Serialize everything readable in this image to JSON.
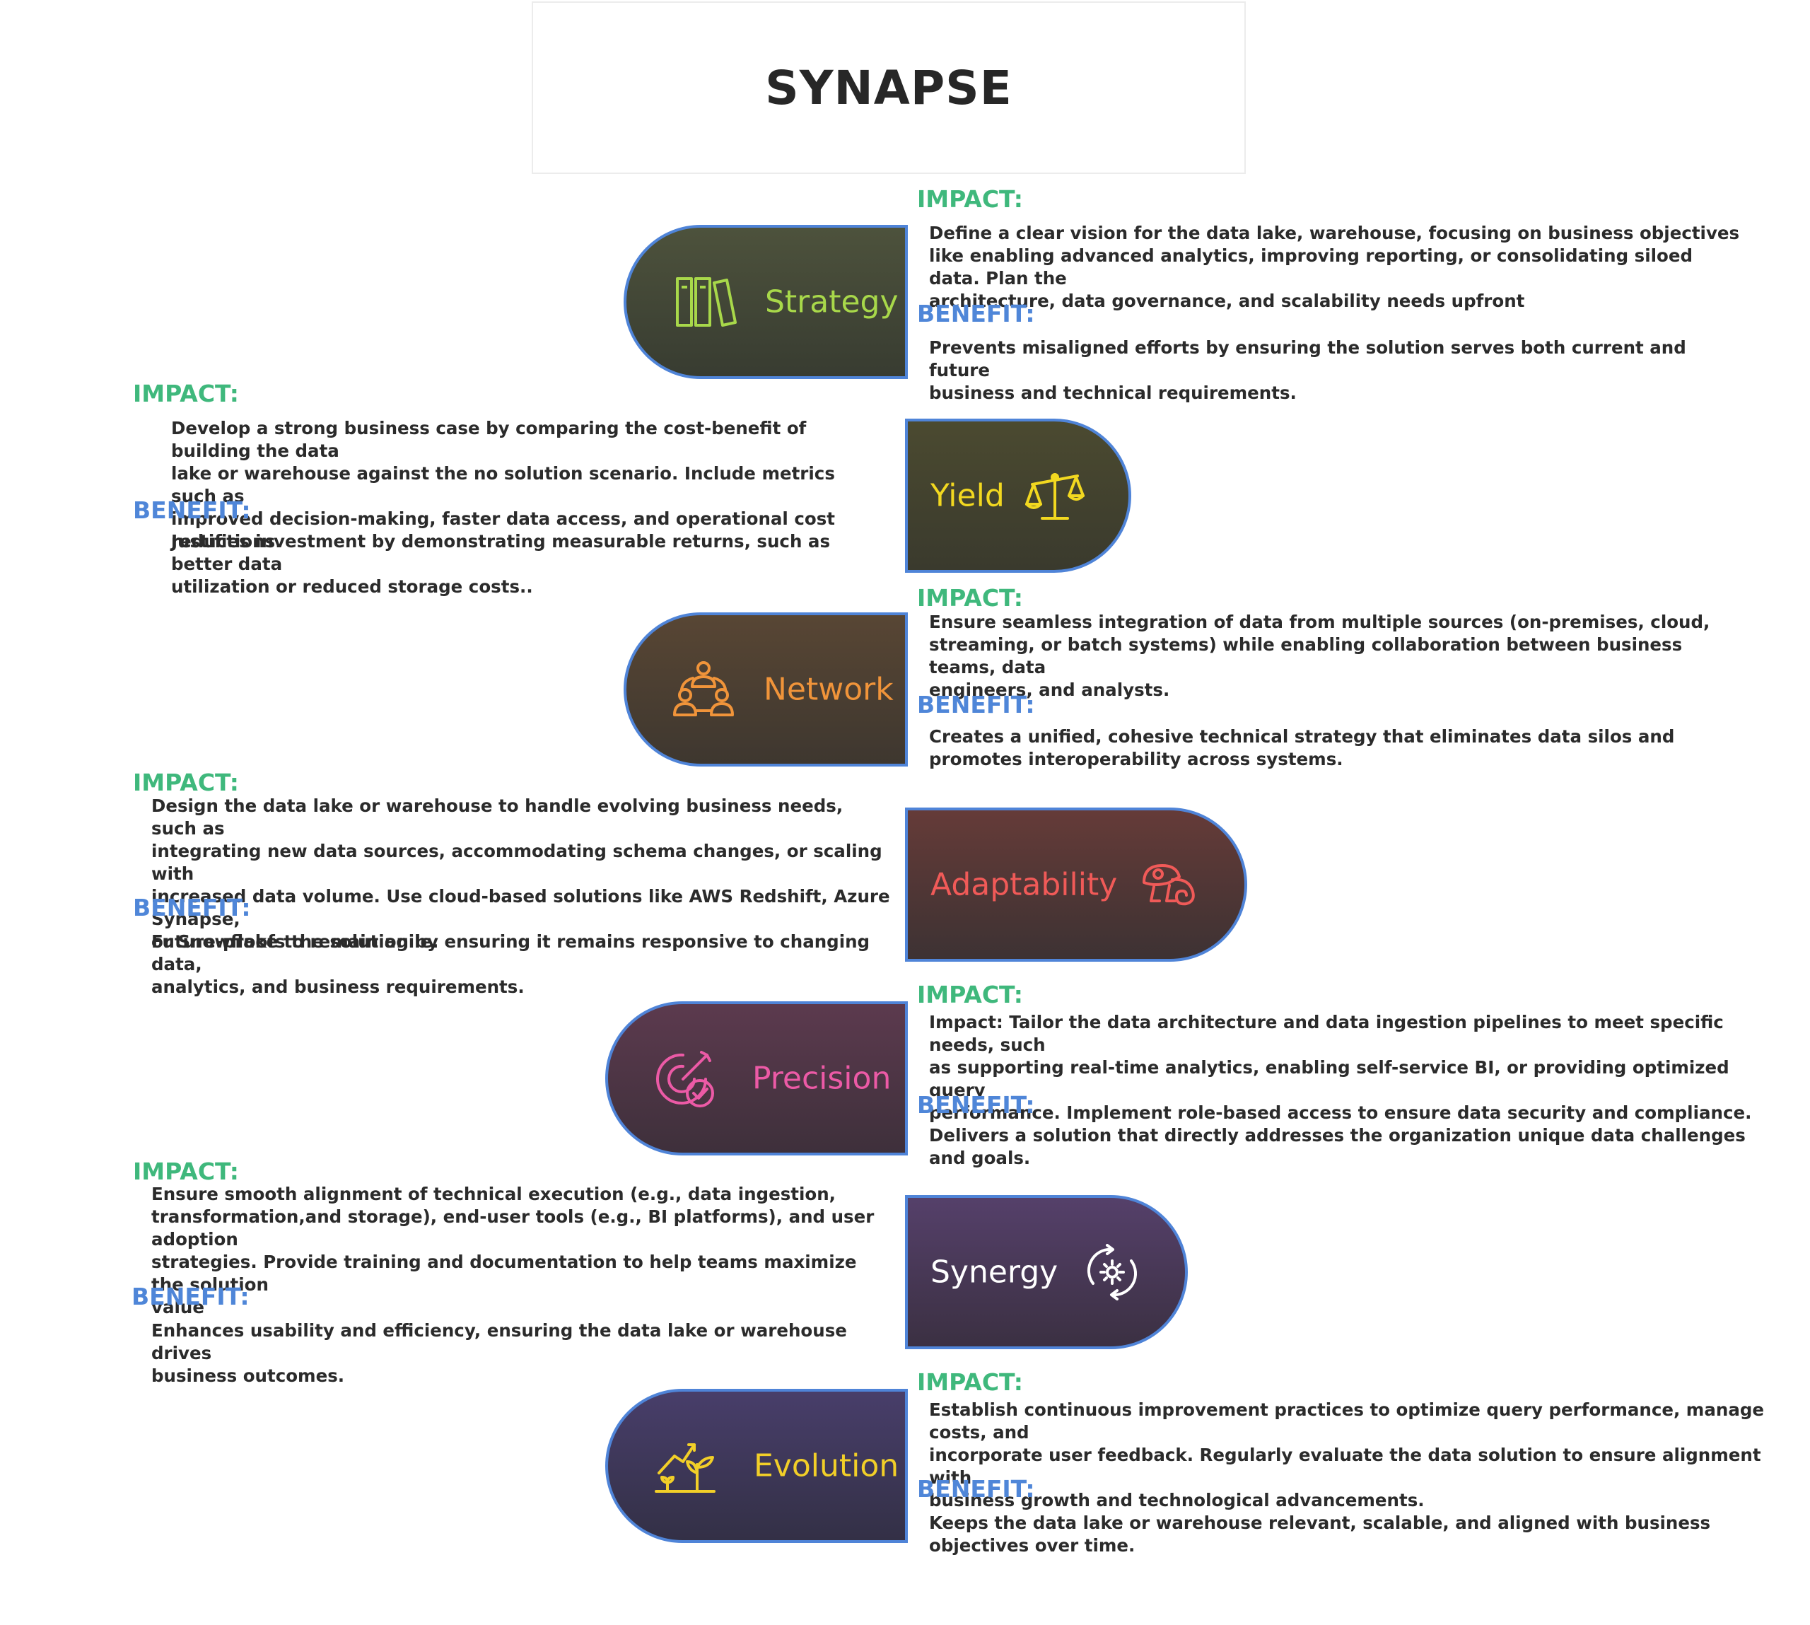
{
  "title": "SYNAPSE",
  "colors": {
    "impact_heading": "#3fb87c",
    "benefit_heading": "#4f86d8",
    "pill_border": "#4f84d8"
  },
  "stages": [
    {
      "label": "Strategy",
      "icon": "library-books-icon",
      "accent": "#a8d84a",
      "impact_heading": "IMPACT:",
      "impact_text": " Define a clear vision for the data lake, warehouse, focusing on business objectives\nlike enabling advanced analytics, improving reporting, or consolidating siloed data. Plan the\narchitecture, data governance, and scalability needs upfront",
      "benefit_heading": "BENEFIT:",
      "benefit_text": " Prevents misaligned efforts by ensuring the solution serves both current and future\nbusiness and technical requirements."
    },
    {
      "label": "Yield",
      "icon": "balance-scale-icon",
      "accent": "#f2d820",
      "impact_heading": "IMPACT:",
      "impact_text": " Develop a strong business case by comparing the cost-benefit of building the data\nlake or warehouse against the no solution scenario. Include metrics such as\nimproved decision-making, faster data access, and operational cost reductions.",
      "benefit_heading": "BENEFIT:",
      "benefit_text": "Justifies investment by demonstrating measurable returns, such as better data\nutilization or reduced storage costs.."
    },
    {
      "label": "Network",
      "icon": "team-network-icon",
      "accent": "#f0943a",
      "impact_heading": "IMPACT:",
      "impact_text": " Ensure seamless integration of data from multiple sources (on-premises, cloud,\nstreaming, or batch systems) while enabling collaboration between business teams, data\nengineers, and analysts.",
      "benefit_heading": "BENEFIT:",
      "benefit_text": "Creates a unified, cohesive technical strategy that eliminates data silos and\npromotes interoperability across systems."
    },
    {
      "label": "Adaptability",
      "icon": "chameleon-icon",
      "accent": "#f05a58",
      "impact_heading": "IMPACT:",
      "impact_text": " Design the data lake or warehouse to handle evolving business needs, such as\nintegrating new data sources, accommodating schema changes, or scaling with\nincreased data volume. Use cloud-based solutions like AWS Redshift, Azure Synapse,\nor Snowflake to remain agile.",
      "benefit_heading": "BENEFIT:",
      "benefit_text": " Future-proofs the solution by ensuring it remains responsive to changing data,\nanalytics, and business requirements."
    },
    {
      "label": "Precision",
      "icon": "target-check-icon",
      "accent": "#ec5aa6",
      "impact_heading": "IMPACT:",
      "impact_text": "Impact: Tailor the data architecture and data ingestion pipelines to meet specific needs, such\nas supporting real-time analytics, enabling self-service BI, or providing optimized query\nperformance. Implement role-based access to ensure data security and compliance.",
      "benefit_heading": "BENEFIT:",
      "benefit_text": "Delivers a solution that directly addresses the organization unique data challenges and goals."
    },
    {
      "label": "Synergy",
      "icon": "gear-cycle-icon",
      "accent": "#ffffff",
      "impact_heading": "IMPACT:",
      "impact_text": "Ensure smooth alignment of technical execution (e.g., data ingestion,\ntransformation,and storage), end-user tools (e.g., BI platforms), and user adoption\nstrategies. Provide training and documentation to help teams maximize the solution\nvalue",
      "benefit_heading": "BENEFIT:",
      "benefit_text": "Enhances usability and efficiency, ensuring the data lake or warehouse drives\nbusiness outcomes."
    },
    {
      "label": "Evolution",
      "icon": "growth-plant-icon",
      "accent": "#f2cf28",
      "impact_heading": "IMPACT:",
      "impact_text": "Establish continuous improvement practices to optimize query performance, manage costs, and\nincorporate user feedback. Regularly evaluate the data solution to ensure alignment with\nbusiness growth and technological advancements.",
      "benefit_heading": "BENEFIT:",
      "benefit_text": "Keeps the data lake or warehouse relevant, scalable, and aligned with business\nobjectives over time."
    }
  ]
}
